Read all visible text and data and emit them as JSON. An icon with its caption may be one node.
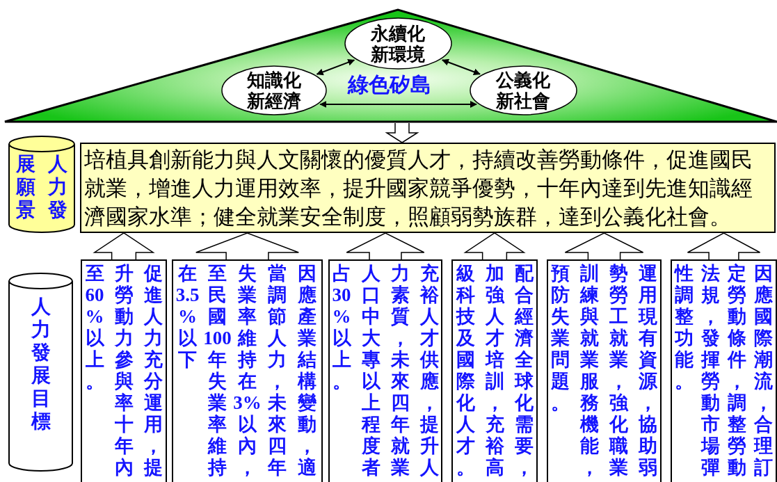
{
  "diagram": {
    "nodes": [
      {
        "text": [
          "綠色矽島"
        ]
      },
      {
        "text": [
          "永續化新環境"
        ],
        "in": 0
      },
      {
        "text": [
          "知識化新經濟"
        ],
        "in": 0
      },
      {
        "text": [
          "公義化新社會"
        ],
        "in": 0
      },
      {
        "text": [
          "人力發展願景"
        ]
      },
      {
        "text": [
          "培植具創新能力與人文關懷的優質人才，持續改善勞動條件，促進國民就業，增進人力運用效率，提升國家競爭優勢，十年內達到先進知識經濟國家水準；健全就業安全制度，照顧弱勢族群，達到公義化社會。"
        ]
      },
      {
        "text": [
          "人力發展目標"
        ]
      },
      {
        "text": [
          "促進人力充分運用，提升勞動力參與率十年內至60%以上。"
        ]
      },
      {
        "text": [
          "因應產業結構變動，適當調節人力，未來四年失業率維持在3%以內，至民國100年失業率維持在3.5%以下"
        ]
      },
      {
        "text": [
          "充裕人才供應，提升人力素質，未來四年就業人口中大專以上程度者占30%以上。"
        ]
      },
      {
        "text": [
          "配合經濟全球化需要，加強人才培訓，充裕高級科技及國際化人才。"
        ]
      },
      {
        "text": [
          "運用現有資源，協助弱勢勞工就業，強化職業訓練與就業服務機能，預防失業問題。"
        ]
      },
      {
        "text": [
          "因應國際潮流，合理訂定勞動條件，調整勞動法規，發揮勞動市場彈性調整功能。"
        ]
      }
    ],
    "edges": [
      {
        "from": 2,
        "to": 1,
        "arrow": "both"
      },
      {
        "from": 1,
        "to": 3,
        "arrow": "both"
      },
      {
        "from": 2,
        "to": 3,
        "arrow": "both"
      },
      {
        "from": 0,
        "to": 5,
        "arrow": "to"
      },
      {
        "from": 7,
        "to": 5,
        "arrow": "to"
      },
      {
        "from": 8,
        "to": 5,
        "arrow": "to"
      },
      {
        "from": 9,
        "to": 5,
        "arrow": "to"
      },
      {
        "from": 10,
        "to": 5,
        "arrow": "to"
      },
      {
        "from": 11,
        "to": 5,
        "arrow": "to"
      },
      {
        "from": 12,
        "to": 5,
        "arrow": "to"
      }
    ]
  }
}
